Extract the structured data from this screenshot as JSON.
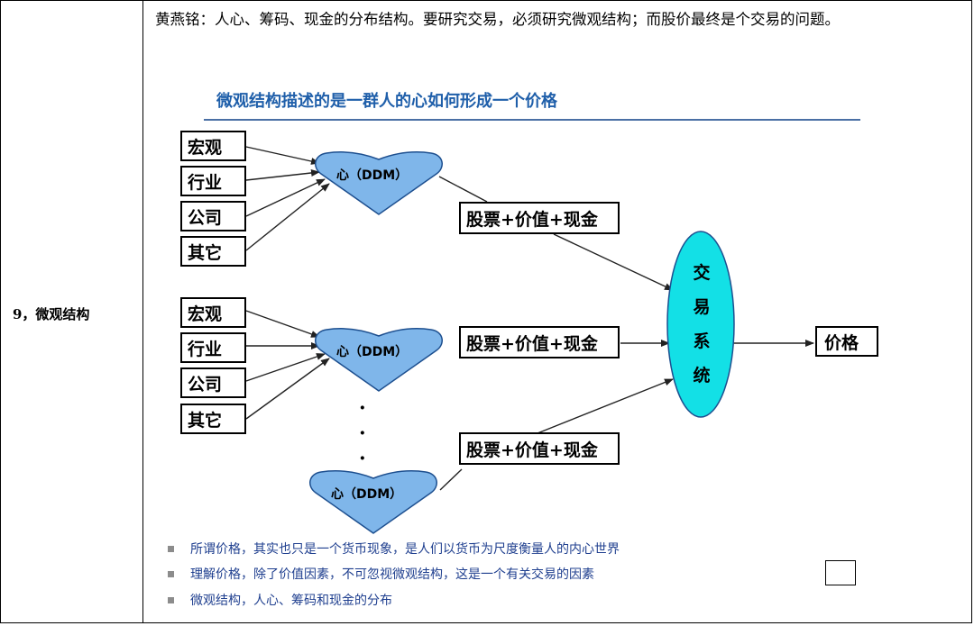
{
  "row_label": "9，微观结构",
  "header_text": "黄燕铭：人心、筹码、现金的分布结构。要研究交易，必须研究微观结构；而股价最终是个交易的问题。",
  "slide_title": "微观结构描述的是一群人的心如何形成一个价格",
  "inputs_group1": [
    "宏观",
    "行业",
    "公司",
    "其它"
  ],
  "inputs_group2": [
    "宏观",
    "行业",
    "公司",
    "其它"
  ],
  "heart_label": "心（DDM）",
  "middle_label": "股票+价值+现金",
  "system_chars": [
    "交",
    "易",
    "系",
    "统"
  ],
  "output_label": "价格",
  "dots": [
    "·",
    "·",
    "·"
  ],
  "bullets": [
    "所谓价格，其实也只是一个货币现象，是人们以货币为尺度衡量人的内心世界",
    "理解价格，除了价值因素，不可忽视微观结构，这是一个有关交易的因素",
    "微观结构，人心、筹码和现金的分布"
  ],
  "colors": {
    "heart_fill": "#7fb6ea",
    "ellipse_fill": "#13e0e6",
    "title_blue": "#1f5faa",
    "bullet_text": "#1f3f8f",
    "bullet_square": "#8c8c8c"
  }
}
